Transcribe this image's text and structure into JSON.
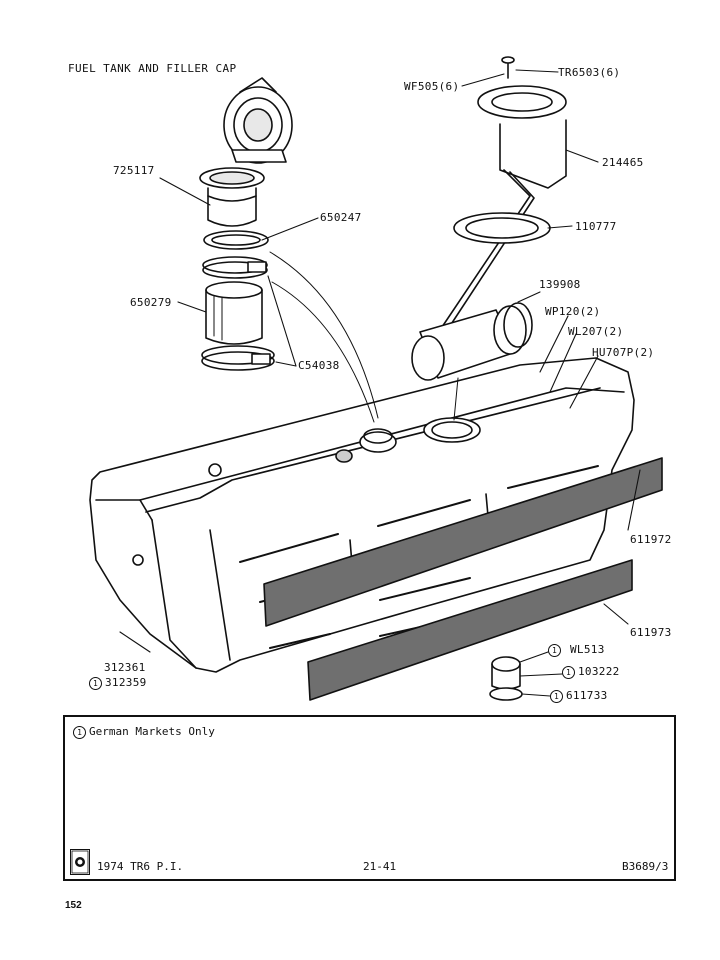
{
  "title": "FUEL TANK AND FILLER CAP",
  "labels": {
    "p725117": "725117",
    "p650247": "650247",
    "p650279": "650279",
    "pC54038": "C54038",
    "pWF505": "WF505(6)",
    "pTR6503": "TR6503(6)",
    "p214465": "214465",
    "p110777": "110777",
    "p139908": "139908",
    "pWP120": "WP120(2)",
    "pWL207": "WL207(2)",
    "pHU707P": "HU707P(2)",
    "p611972": "611972",
    "p611973": "611973",
    "p312361": "312361",
    "p312359": "312359",
    "pWL513": "WL513",
    "p103222": "103222",
    "p611733": "611733"
  },
  "note_marker": "1",
  "note_text": "German Markets Only",
  "footer": {
    "model": "1974 TR6 P.I.",
    "section": "21-41",
    "ref": "B3689/3"
  },
  "page_number": "152"
}
